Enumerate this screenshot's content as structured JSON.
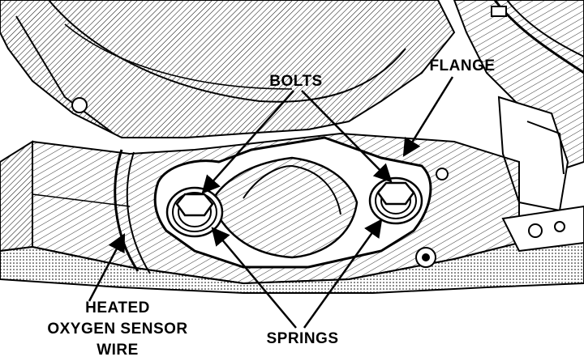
{
  "labels": {
    "bolts": "BOLTS",
    "flange": "FLANGE",
    "springs": "SPRINGS",
    "sensor_line1": "HEATED",
    "sensor_line2": "OXYGEN SENSOR",
    "sensor_line3": "WIRE"
  }
}
